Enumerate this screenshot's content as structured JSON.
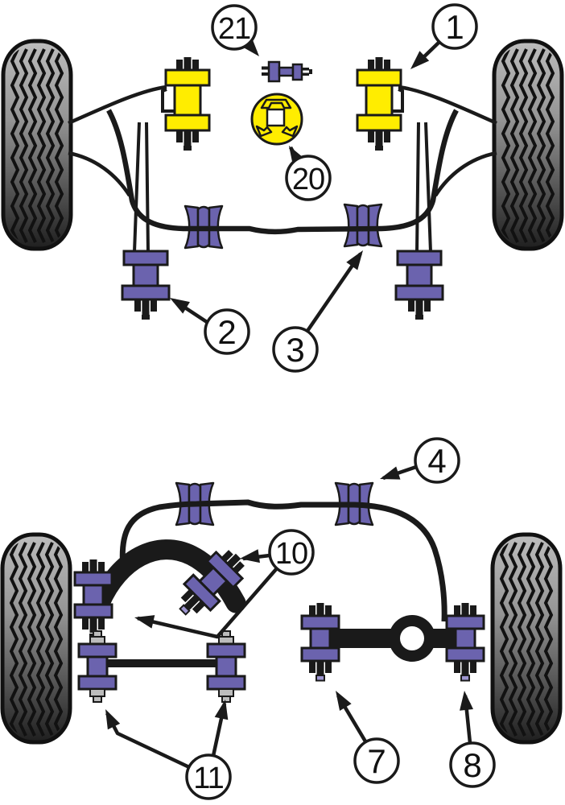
{
  "figure": {
    "type": "suspension-bushing-fitment-diagram",
    "sections": [
      {
        "name": "front-suspension",
        "callout_labels": [
          "1",
          "2",
          "3",
          "20",
          "21"
        ]
      },
      {
        "name": "rear-suspension",
        "callout_labels": [
          "4",
          "7",
          "8",
          "10",
          "11"
        ]
      }
    ],
    "icons": {
      "c1": "engine-mount-icon",
      "c2": "subframe-mount-bushing-icon",
      "c3": "anti-roll-bar-bushing-icon",
      "c4": "rear-anti-roll-bar-bushing-icon",
      "c7": "trailing-arm-front-bushing-icon",
      "c8": "trailing-arm-rear-bushing-icon",
      "c10": "control-arm-bushing-icon",
      "c11": "lower-link-bushing-icon",
      "c20": "round-insert-bushing-icon",
      "c21": "small-mount-bushing-icon"
    }
  },
  "callouts": {
    "c1": "1",
    "c2": "2",
    "c3": "3",
    "c4": "4",
    "c7": "7",
    "c8": "8",
    "c10": "10",
    "c11": "11",
    "c20": "20",
    "c21": "21"
  },
  "colors": {
    "background": "#ffffff",
    "line_black": "#1a1a1a",
    "bushing_purple": "#6b63ae",
    "mount_yellow": "#ffed00",
    "tip_lavender": "#9e96d0",
    "nut_gray": "#bcbcbc",
    "tire_light": "#bdbdbd",
    "tire_dark": "#1f1f1f"
  }
}
